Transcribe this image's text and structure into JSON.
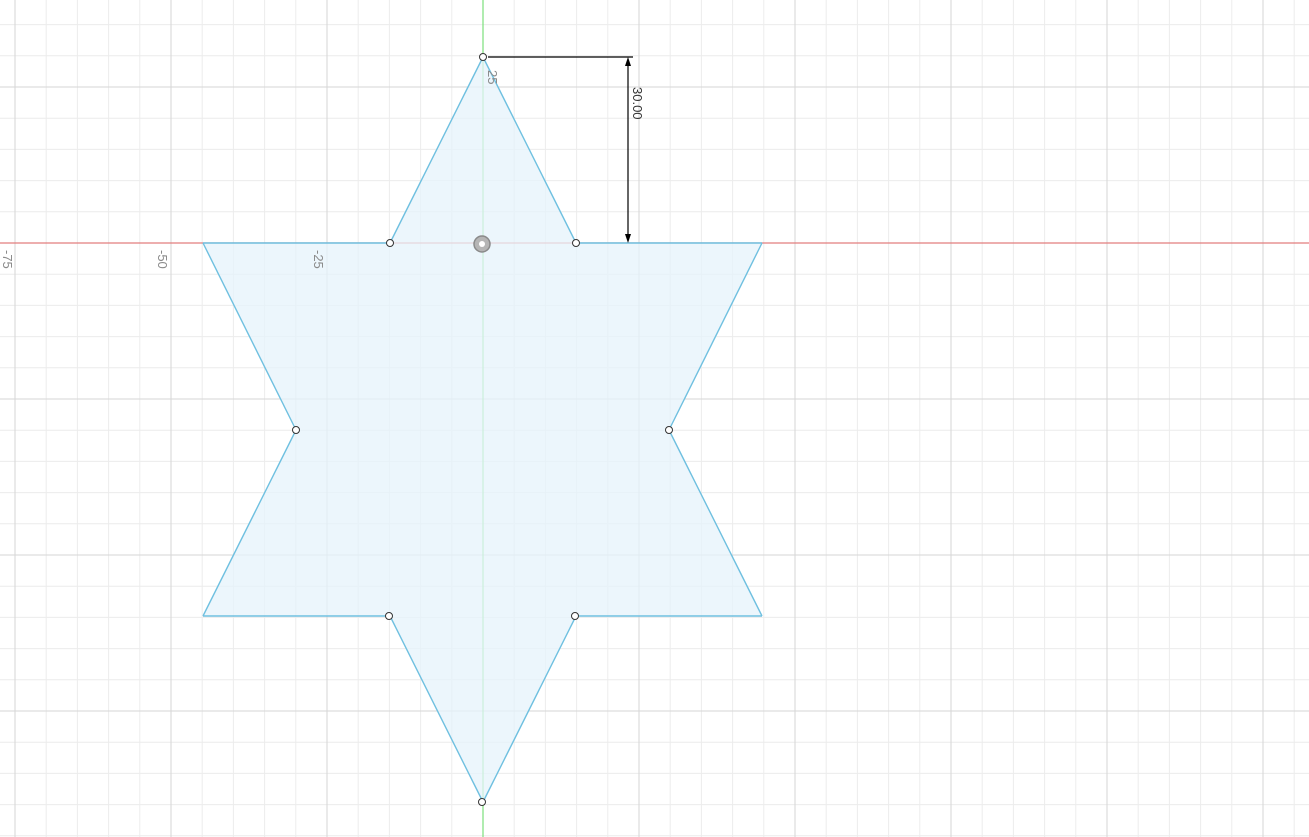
{
  "axis_labels": {
    "x_neg75": "-75",
    "x_neg50": "-50",
    "x_neg25": "-25",
    "y_25": "25"
  },
  "dimension": {
    "value_text": "30.00"
  },
  "colors": {
    "x_axis": "#e27d7d",
    "y_axis": "#7be07b",
    "profile_stroke": "#6fc0e0",
    "profile_fill": "#e6f3fb",
    "dimension_line": "#000000",
    "origin_marker": "#9a9a9a"
  },
  "tool_icons": {
    "origin": "origin-icon"
  }
}
